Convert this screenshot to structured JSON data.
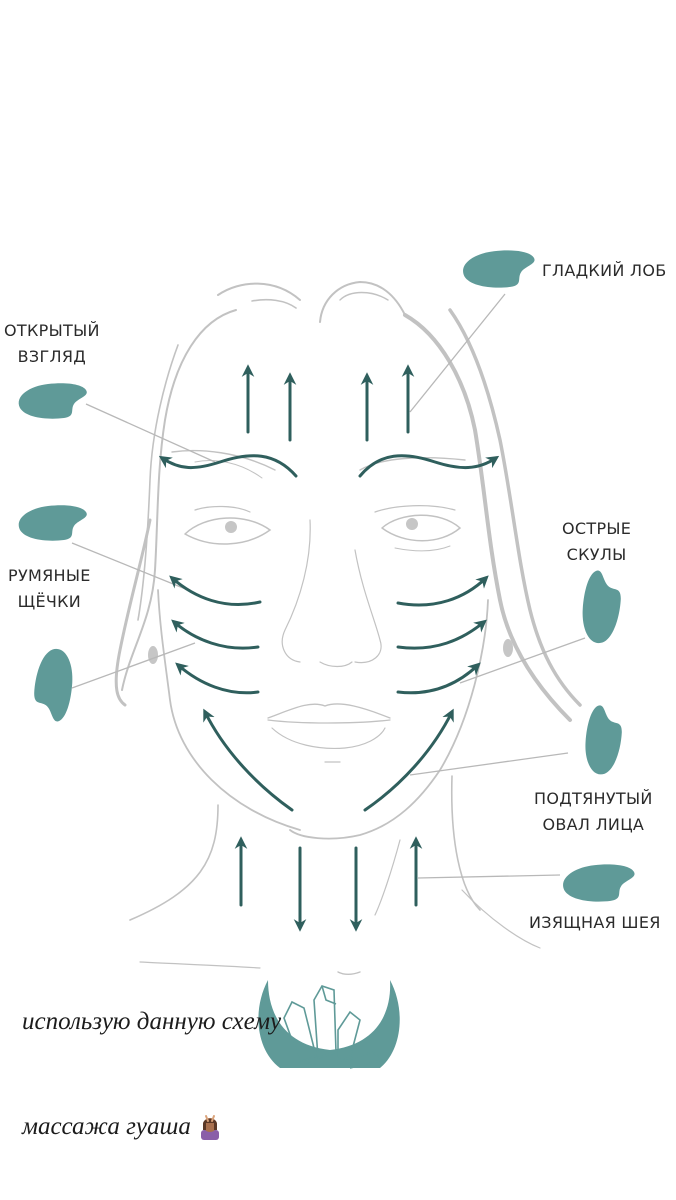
{
  "diagram": {
    "title": "Gua sha face massage scheme",
    "colors": {
      "accent": "#5f9a98",
      "arrow": "#2f5f5d",
      "sketch": "#bdbdbd",
      "text": "#2b2b2b",
      "background": "#ffffff"
    },
    "zones": [
      {
        "id": "forehead",
        "label": "ГЛАДКИЙ ЛОБ",
        "icon": "gua-sha-stone-icon"
      },
      {
        "id": "eyes",
        "label": "ОТКРЫТЫЙ\nВЗГЛЯД",
        "icon": "gua-sha-stone-icon"
      },
      {
        "id": "cheeks",
        "label": "РУМЯНЫЕ\nЩЁЧКИ",
        "icon": "gua-sha-stone-icon"
      },
      {
        "id": "cheekbones",
        "label": "ОСТРЫЕ\nСКУЛЫ",
        "icon": "gua-sha-stone-icon"
      },
      {
        "id": "jawline",
        "label": "ПОДТЯНУТЫЙ\nОВАЛ ЛИЦА",
        "icon": "gua-sha-stone-icon"
      },
      {
        "id": "neck",
        "label": "ИЗЯЩНАЯ ШЕЯ",
        "icon": "gua-sha-stone-icon"
      }
    ],
    "arrow_groups": [
      {
        "area": "forehead",
        "direction": "up",
        "count": 4
      },
      {
        "area": "brows",
        "direction": "outward-wave",
        "count": 2
      },
      {
        "area": "cheeks",
        "direction": "outward-up-curve",
        "count": 6
      },
      {
        "area": "jaw",
        "direction": "up-outward",
        "count": 2
      },
      {
        "area": "neck",
        "direction": "outer-up-inner-down",
        "count": 4
      }
    ],
    "logo": "crystal-moon-logo"
  },
  "caption": {
    "line1": "использую данную схему",
    "line2": "массажа гуаша",
    "emoji": "person-getting-massage-emoji"
  }
}
